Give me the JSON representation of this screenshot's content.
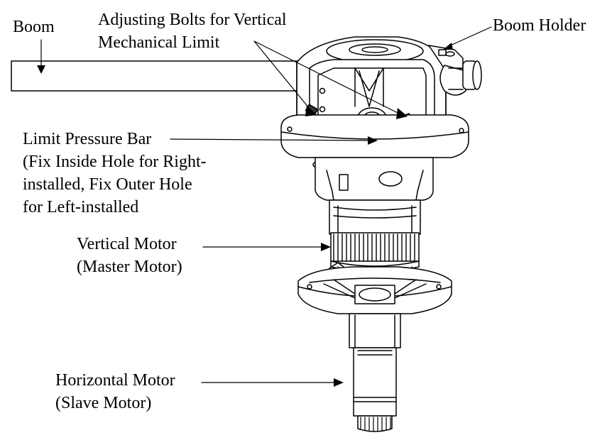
{
  "labels": {
    "boom": "Boom",
    "adjusting_bolts": [
      "Adjusting Bolts for Vertical",
      "Mechanical Limit"
    ],
    "boom_holder": "Boom Holder",
    "limit_pressure_bar": [
      "Limit Pressure Bar",
      "(Fix Inside Hole for Right-",
      "installed, Fix Outer Hole",
      "for Left-installed"
    ],
    "vertical_motor": [
      "Vertical Motor",
      "(Master Motor)"
    ],
    "horizontal_motor": [
      "Horizontal Motor",
      "(Slave Motor)"
    ]
  },
  "colors": {
    "line": "#000000",
    "fill": "#ffffff",
    "shade": "#d9d9d9"
  }
}
